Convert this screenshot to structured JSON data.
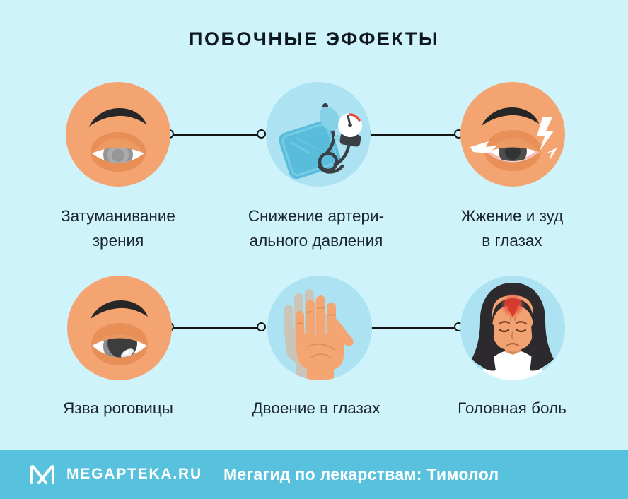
{
  "title": "ПОБОЧНЫЕ ЭФФЕКТЫ",
  "items": [
    {
      "icon": "blurred-vision-eye",
      "line1": "Затуманивание",
      "line2": "зрения"
    },
    {
      "icon": "blood-pressure-monitor",
      "line1": "Снижение артери-",
      "line2": "ального давления"
    },
    {
      "icon": "burning-itchy-eye",
      "line1": "Жжение и зуд",
      "line2": "в глазах"
    },
    {
      "icon": "corneal-ulcer-eye",
      "line1": "Язва роговицы",
      "line2": ""
    },
    {
      "icon": "double-vision-hand",
      "line1": "Двоение в глазах",
      "line2": ""
    },
    {
      "icon": "headache-woman",
      "line1": "Головная боль",
      "line2": ""
    }
  ],
  "footer": {
    "brand": "MEGAPTEKA.RU",
    "tagline": "Мегагид по лекарствам: Тимолол"
  },
  "colors": {
    "bg": "#cff3fb",
    "ink": "#10181f",
    "label": "#1b2530",
    "line": "#141414",
    "footer": "#58c2de",
    "orange": "#f4a471",
    "blue": "#ace2f2",
    "red": "#e2463c"
  }
}
